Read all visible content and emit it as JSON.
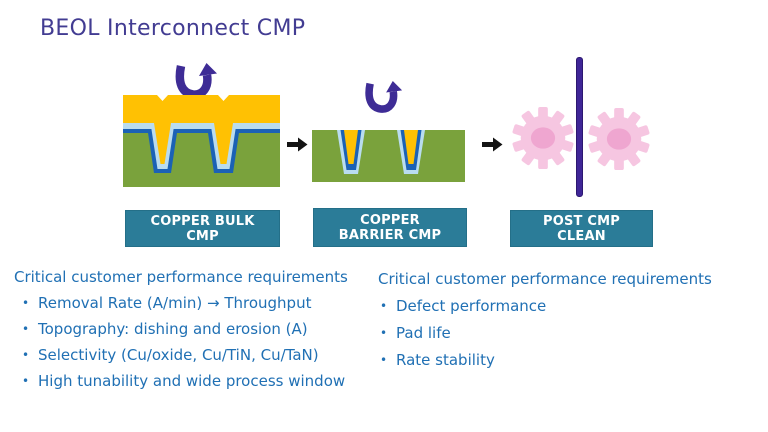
{
  "title": "BEOL Interconnect CMP",
  "bullet_char": "•",
  "process": {
    "steps": [
      {
        "line1": "COPPER BULK",
        "line2": "CMP"
      },
      {
        "line1": "COPPER",
        "line2": "BARRIER CMP"
      },
      {
        "line1": "POST CMP",
        "line2": "CLEAN"
      }
    ]
  },
  "left_requirements": {
    "heading": "Critical customer performance requirements",
    "items": [
      "Removal Rate (A/min) → Throughput",
      "Topography: dishing and erosion (A)",
      "Selectivity (Cu/oxide, Cu/TiN, Cu/TaN)",
      "High tunability and  wide process window"
    ]
  },
  "right_requirements": {
    "heading": "Critical customer performance requirements",
    "items": [
      "Defect performance",
      "Pad life",
      "Rate stability"
    ]
  },
  "icons": {
    "rotate_arrow": "u-rotate-arrow",
    "flow_arrow": "black-right-arrow",
    "gear": "pink-gear",
    "divider": "purple-vertical-bar"
  },
  "colors": {
    "title_text": "#423C92",
    "body_text": "#2070B4",
    "step_box_bg": "#2B7C98",
    "step_box_text": "#FFFFFF",
    "copper_yellow": "#FFC103",
    "dielectric_green": "#7AA23C",
    "barrier_blue": "#1B62B5",
    "liner_light_blue": "#B9DCEF",
    "rotate_arrow_purple": "#3E2C96",
    "divider_purple": "#3F2697",
    "gear_pink": "#F6C6E1",
    "gear_core_pink": "#EFA6D0",
    "flow_arrow_black": "#141414"
  }
}
